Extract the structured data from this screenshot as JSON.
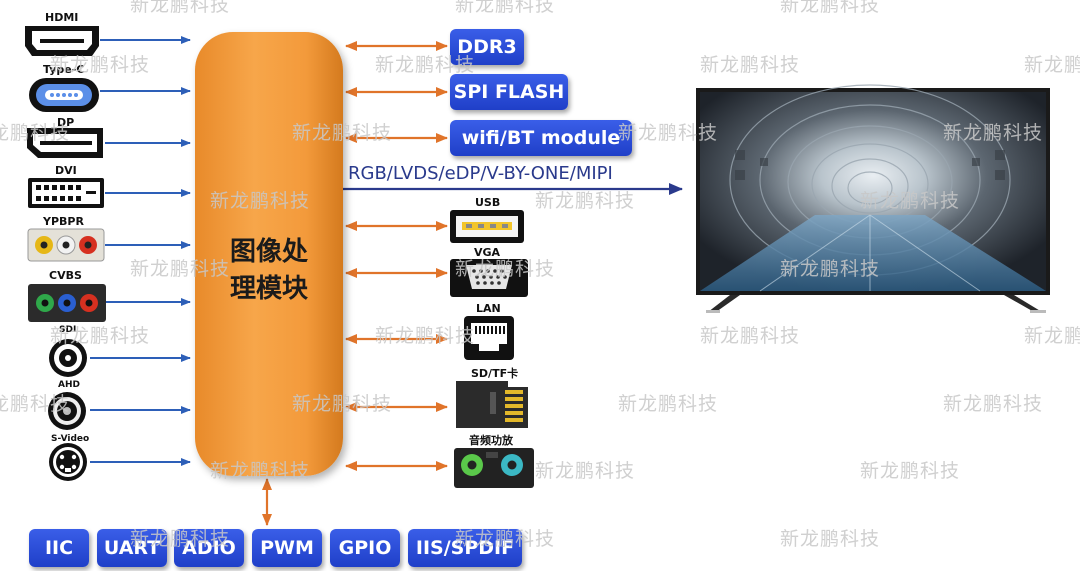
{
  "inputs": {
    "hdmi": "HDMI",
    "typec": "Type-C",
    "dp": "DP",
    "dvi": "DVI",
    "ypbpr": "YPBPR",
    "cvbs": "CVBS",
    "sdi": "SDI",
    "ahd": "AHD",
    "svideo": "S-Video"
  },
  "core": {
    "line1": "图像处",
    "line2": "理模块"
  },
  "memory": {
    "ddr3": "DDR3",
    "spi_flash": "SPI FLASH",
    "wifi_bt": "wifi/BT module"
  },
  "output_bus": "RGB/LVDS/eDP/V-BY-ONE/MIPI",
  "peripherals": {
    "usb": "USB",
    "vga": "VGA",
    "lan": "LAN",
    "sdtf": "SD/TF卡",
    "audio": "音频功放"
  },
  "bottom": {
    "iic": "IIC",
    "uart": "UART",
    "adio": "ADIO",
    "pwm": "PWM",
    "gpio": "GPIO",
    "iis": "IIS/SPDIF"
  },
  "watermark": "新龙鹏科技",
  "colors": {
    "input_arrow": "#2d5fb8",
    "bidir_arrow": "#e0742a",
    "core": "#f39a3b",
    "box": "#2746d6"
  }
}
